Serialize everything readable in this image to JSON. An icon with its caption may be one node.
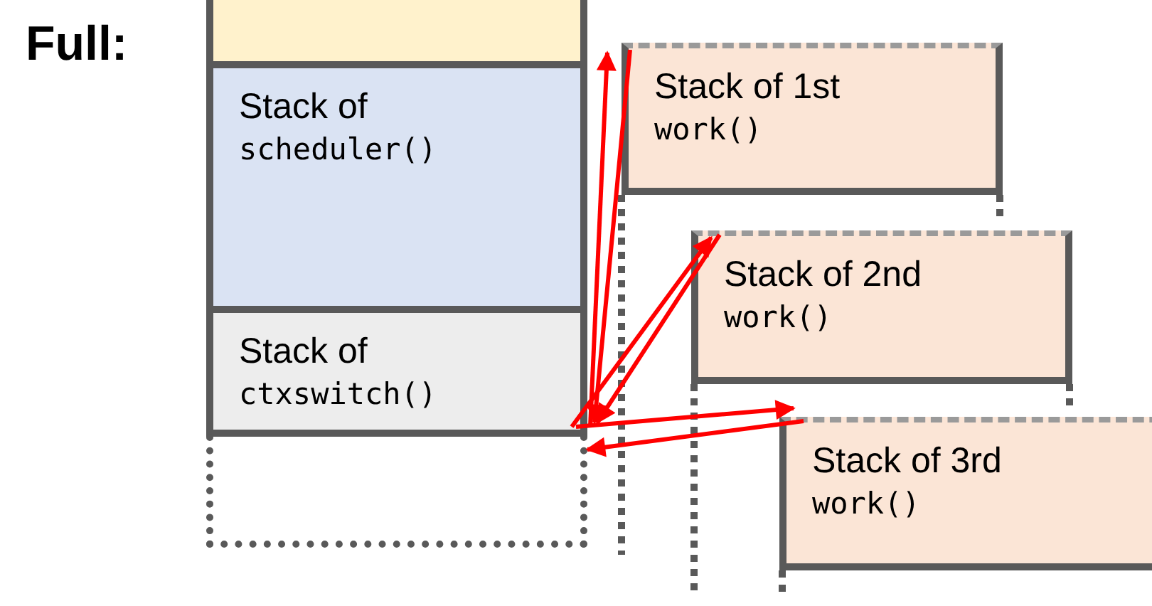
{
  "diagram": {
    "nodes": [
      {
        "text": [],
        "shape": "box"
      },
      {
        "text": [
          "Stack of",
          "scheduler()"
        ]
      },
      {
        "text": [
          "Stack of",
          "ctxswitch()"
        ]
      },
      {
        "text": [],
        "shape": "box"
      },
      {
        "text": [
          "Stack of 1st",
          "work()"
        ]
      },
      {
        "text": [
          "Stack of 2nd",
          "work()"
        ]
      },
      {
        "text": [
          "Stack of 3rd",
          "work()"
        ]
      }
    ],
    "edges": [
      {
        "from": 2,
        "to": 4,
        "arrow": "to"
      },
      {
        "from": 4,
        "to": 2,
        "arrow": "to"
      },
      {
        "from": 2,
        "to": 5,
        "arrow": "to"
      },
      {
        "from": 5,
        "to": 2,
        "arrow": "to"
      },
      {
        "from": 2,
        "to": 6,
        "arrow": "to"
      },
      {
        "from": 6,
        "to": 3,
        "arrow": "to"
      }
    ],
    "labels": [
      "Full:"
    ]
  }
}
